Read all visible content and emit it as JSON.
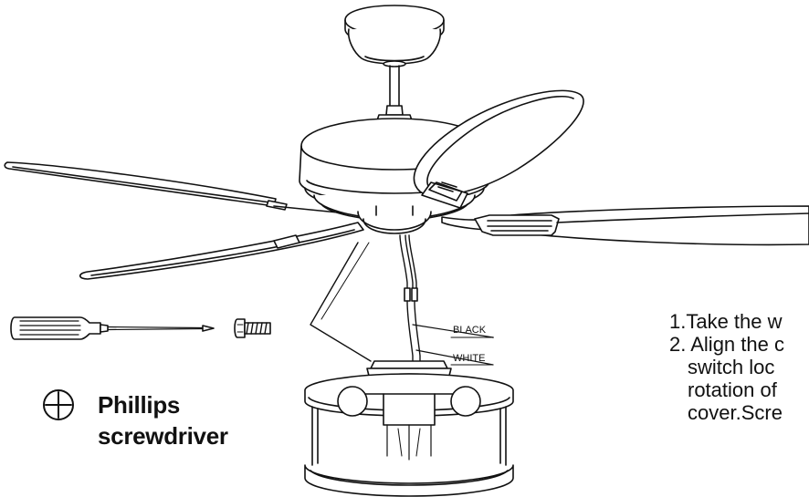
{
  "tool": {
    "icon": "phillips-head-icon",
    "label_line1": "Phillips",
    "label_line2": "screwdriver"
  },
  "wires": {
    "black_label": "BLACK",
    "white_label": "WHITE"
  },
  "instructions": {
    "step1": "1.Take the w",
    "step2_line1": "2. Align the c",
    "step2_line2": "switch loc",
    "step2_line3": "rotation of",
    "step2_line4": "cover.Scre"
  }
}
